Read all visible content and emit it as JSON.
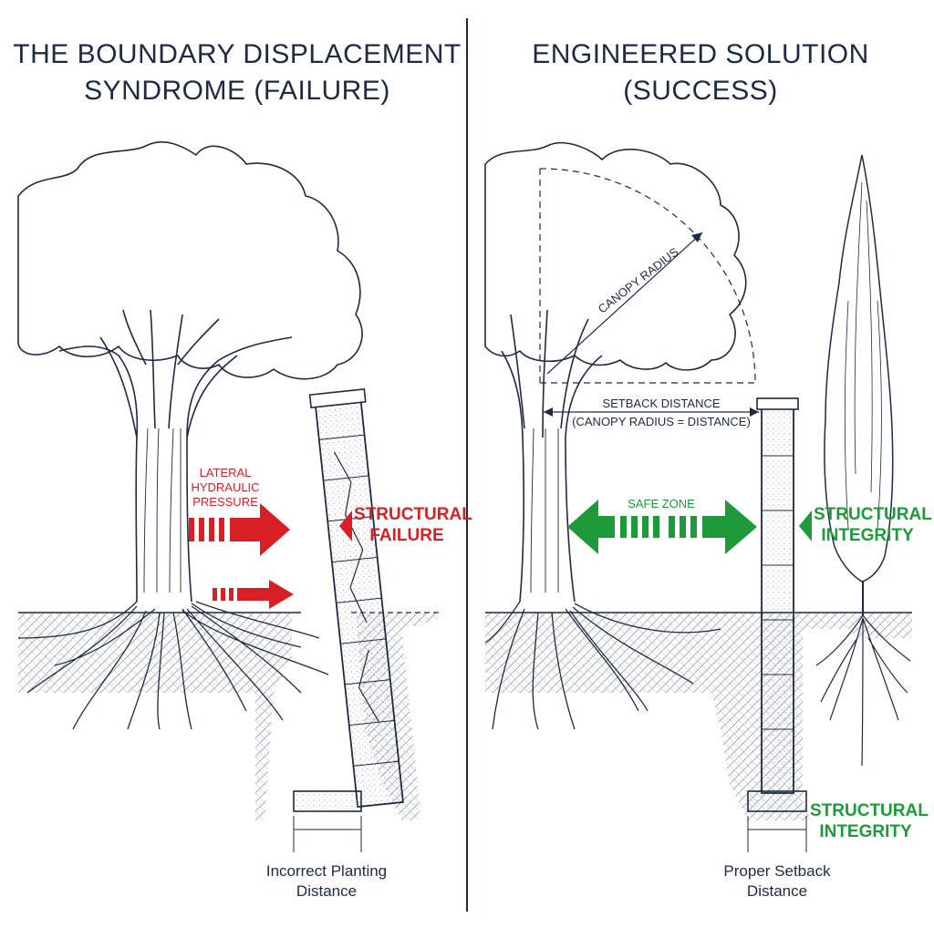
{
  "left_panel": {
    "title_line1": "THE BOUNDARY DISPLACEMENT",
    "title_line2": "SYNDROME (FAILURE)",
    "pressure_label_line1": "LATERAL",
    "pressure_label_line2": "HYDRAULIC",
    "pressure_label_line3": "PRESSURE",
    "failure_label_line1": "STRUCTURAL",
    "failure_label_line2": "FAILURE",
    "caption_line1": "Incorrect Planting",
    "caption_line2": "Distance"
  },
  "right_panel": {
    "title_line1": "ENGINEERED SOLUTION",
    "title_line2": "(SUCCESS)",
    "canopy_radius_label": "CANOPY RADIUS",
    "setback_label_line1": "SETBACK DISTANCE",
    "setback_label_line2": "(CANOPY RADIUS = DISTANCE)",
    "safe_zone_label": "SAFE ZONE",
    "integrity_label_upper_line1": "STRUCTURAL",
    "integrity_label_upper_line2": "INTEGRITY",
    "integrity_label_lower_line1": "STRUCTURAL",
    "integrity_label_lower_line2": "INTEGRITY",
    "caption_line1": "Proper Setback",
    "caption_line2": "Distance"
  },
  "colors": {
    "ink": "#1d2a44",
    "failure_red": "#d81f26",
    "success_green": "#1f9a3a",
    "background": "#ffffff"
  }
}
